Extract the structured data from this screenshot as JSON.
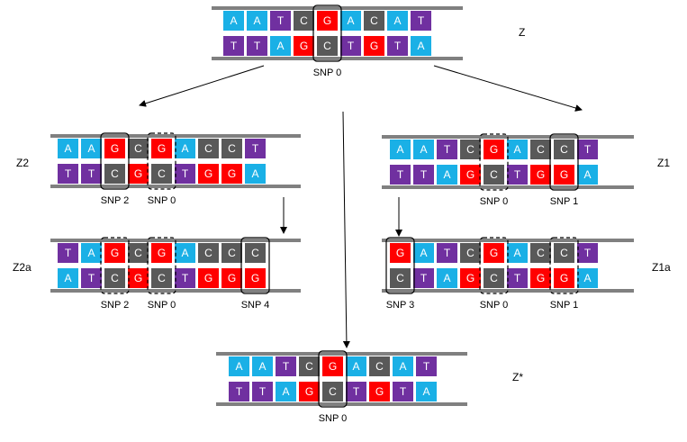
{
  "colors": {
    "A": "#1ab0e6",
    "T": "#7030a0",
    "C": "#595959",
    "G": "#ff0000",
    "rail": "#808080",
    "letter": "#ffffff",
    "text": "#000000"
  },
  "strands": [
    {
      "id": "z",
      "label": "Z",
      "top": "AATCGACAT",
      "bottom": "TTAGCTGTA",
      "markers": [
        {
          "col": 4,
          "style": "solid",
          "label": "SNP 0"
        }
      ]
    },
    {
      "id": "z2",
      "label": "Z2",
      "top": "AAGCGACCT",
      "bottom": "TTCGCTGGA",
      "markers": [
        {
          "col": 2,
          "style": "solid",
          "label": "SNP 2"
        },
        {
          "col": 4,
          "style": "dashed",
          "label": "SNP 0"
        }
      ]
    },
    {
      "id": "z1",
      "label": "Z1",
      "top": "AATCGACCT",
      "bottom": "TTAGCTGGA",
      "markers": [
        {
          "col": 4,
          "style": "dashed",
          "label": "SNP 0"
        },
        {
          "col": 7,
          "style": "solid",
          "label": "SNP 1"
        }
      ]
    },
    {
      "id": "z2a",
      "label": "Z2a",
      "top": "TAGCGACCC",
      "bottom": "ATCGCTGGG",
      "markers": [
        {
          "col": 2,
          "style": "dashed",
          "label": "SNP 2"
        },
        {
          "col": 4,
          "style": "dashed",
          "label": "SNP 0"
        },
        {
          "col": 8,
          "style": "solid",
          "label": "SNP 4"
        }
      ]
    },
    {
      "id": "z1a",
      "label": "Z1a",
      "top": "GATCGACCT",
      "bottom": "CTAGCTGGA",
      "markers": [
        {
          "col": 0,
          "style": "solid",
          "label": "SNP 3"
        },
        {
          "col": 4,
          "style": "dashed",
          "label": "SNP 0"
        },
        {
          "col": 7,
          "style": "dashed",
          "label": "SNP 1"
        }
      ]
    },
    {
      "id": "zstar",
      "label": "Z*",
      "top": "AATCGACAT",
      "bottom": "TTAGCTGTA",
      "markers": [
        {
          "col": 4,
          "style": "solid",
          "label": "SNP 0"
        }
      ]
    }
  ]
}
